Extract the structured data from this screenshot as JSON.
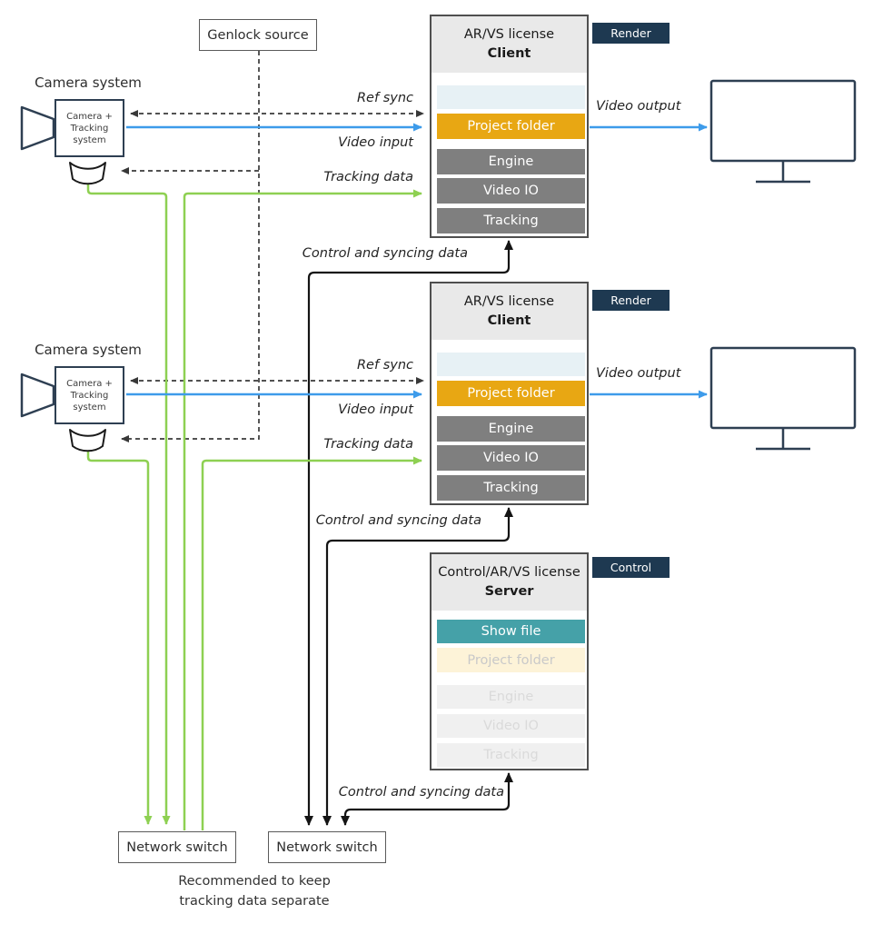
{
  "genlock": {
    "label": "Genlock source"
  },
  "cameras": [
    {
      "label": "Camera system",
      "unit": {
        "line1": "Camera +",
        "line2": "Tracking",
        "line3": "system"
      }
    },
    {
      "label": "Camera system",
      "unit": {
        "line1": "Camera +",
        "line2": "Tracking",
        "line3": "system"
      }
    }
  ],
  "clients": [
    {
      "license": "AR/VS license",
      "role": "Client",
      "tag": "Render",
      "rows": {
        "project": "Project folder",
        "engine": "Engine",
        "video_io": "Video IO",
        "tracking": "Tracking"
      }
    },
    {
      "license": "AR/VS license",
      "role": "Client",
      "tag": "Render",
      "rows": {
        "project": "Project folder",
        "engine": "Engine",
        "video_io": "Video IO",
        "tracking": "Tracking"
      }
    }
  ],
  "server": {
    "license": "Control/AR/VS license",
    "role": "Server",
    "tag": "Control",
    "rows": {
      "show_file": "Show file",
      "project": "Project folder",
      "engine": "Engine",
      "video_io": "Video IO",
      "tracking": "Tracking"
    }
  },
  "switches": [
    {
      "label": "Network switch"
    },
    {
      "label": "Network switch"
    }
  ],
  "note": {
    "line1": "Recommended to keep",
    "line2": "tracking data separate"
  },
  "edge_labels": {
    "ref_sync": "Ref sync",
    "video_input": "Video input",
    "tracking_data": "Tracking data",
    "video_output": "Video output",
    "control_sync": "Control and syncing data"
  },
  "colors": {
    "tag_navy": "#1e3951",
    "device_stroke": "#2e3f52",
    "row_orange": "#e8a713",
    "row_teal": "#45a1a8",
    "row_gray": "#7f7f7f",
    "row_lightblue": "#e7f1f5",
    "row_faded_cream": "#fdf3d8",
    "row_faded_gray": "#f0f0f0",
    "arrow_blue": "#3d9bea",
    "arrow_green": "#8ed052",
    "arrow_black": "#141414",
    "arrow_dashed": "#3a3a3a"
  }
}
